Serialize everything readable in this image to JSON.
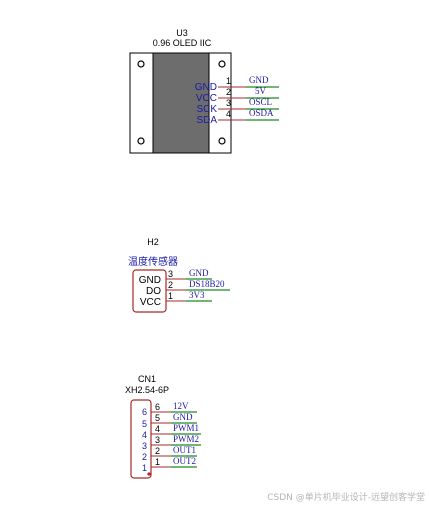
{
  "u3": {
    "ref": "U3",
    "value": "0.96 OLED IIC",
    "pins": [
      {
        "name": "GND",
        "num": "1",
        "net": "GND"
      },
      {
        "name": "VCC",
        "num": "2",
        "net": "5V"
      },
      {
        "name": "SCK",
        "num": "3",
        "net": "OSCL"
      },
      {
        "name": "SDA",
        "num": "4",
        "net": "OSDA"
      }
    ]
  },
  "h2": {
    "ref": "H2",
    "value": "温度传感器",
    "pins": [
      {
        "name": "GND",
        "num": "3",
        "net": "GND"
      },
      {
        "name": "DO",
        "num": "2",
        "net": "DS18B20"
      },
      {
        "name": "VCC",
        "num": "1",
        "net": "3V3"
      }
    ]
  },
  "cn1": {
    "ref": "CN1",
    "value": "XH2.54-6P",
    "pins": [
      {
        "num": "6",
        "net": "12V"
      },
      {
        "num": "5",
        "net": "GND"
      },
      {
        "num": "4",
        "net": "PWM1"
      },
      {
        "num": "3",
        "net": "PWM2"
      },
      {
        "num": "2",
        "net": "OUT1"
      },
      {
        "num": "1",
        "net": "OUT2"
      }
    ]
  },
  "watermark": "CSDN @单片机毕业设计-远望创客学堂"
}
